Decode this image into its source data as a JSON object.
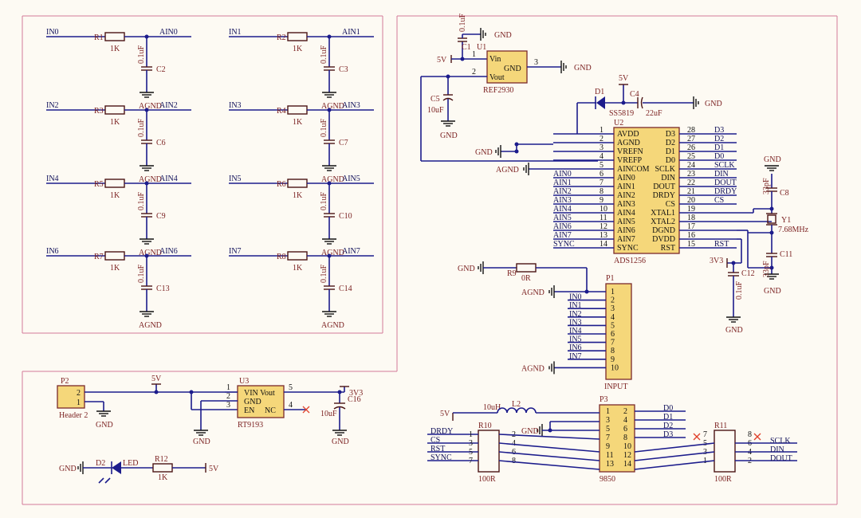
{
  "ain": [
    {
      "in": "IN0",
      "r": "R1",
      "rv": "1K",
      "c": "C2",
      "cv": "0.1uF",
      "ain": "AIN0",
      "gnd": "AGND"
    },
    {
      "in": "IN1",
      "r": "R2",
      "rv": "1K",
      "c": "C3",
      "cv": "0.1uF",
      "ain": "AIN1",
      "gnd": "AGND"
    },
    {
      "in": "IN2",
      "r": "R3",
      "rv": "1K",
      "c": "C6",
      "cv": "0.1uF",
      "ain": "AIN2",
      "gnd": "AGND"
    },
    {
      "in": "IN3",
      "r": "R4",
      "rv": "1K",
      "c": "C7",
      "cv": "0.1uF",
      "ain": "AIN3",
      "gnd": "AGND"
    },
    {
      "in": "IN4",
      "r": "R5",
      "rv": "1K",
      "c": "C9",
      "cv": "0.1uF",
      "ain": "AIN4",
      "gnd": "AGND"
    },
    {
      "in": "IN5",
      "r": "R6",
      "rv": "1K",
      "c": "C10",
      "cv": "0.1uF",
      "ain": "AIN5",
      "gnd": "AGND"
    },
    {
      "in": "IN6",
      "r": "R7",
      "rv": "1K",
      "c": "C13",
      "cv": "0.1uF",
      "ain": "AIN6",
      "gnd": "AGND"
    },
    {
      "in": "IN7",
      "r": "R8",
      "rv": "1K",
      "c": "C14",
      "cv": "0.1uF",
      "ain": "AIN7",
      "gnd": "AGND"
    }
  ],
  "ref": {
    "c1": "C1",
    "c1v": "0.1uF",
    "gnd": "GND",
    "u1": "U1",
    "v5": "5V",
    "p1": "1",
    "p2": "2",
    "p3": "3",
    "vin": "Vin",
    "gndlbl": "GND",
    "vout": "Vout",
    "part": "REF2930",
    "c5": "C5",
    "c5v": "10uF",
    "d1": "D1",
    "d1p": "SS5819",
    "c4": "C4",
    "c4v": "22uF",
    "v5b": "5V"
  },
  "adc": {
    "name": "U2",
    "part": "ADS1256",
    "left": [
      {
        "num": "1",
        "pin": "AVDD",
        "net": ""
      },
      {
        "num": "2",
        "pin": "AGND",
        "net": ""
      },
      {
        "num": "3",
        "pin": "VREFN",
        "net": ""
      },
      {
        "num": "4",
        "pin": "VREFP",
        "net": ""
      },
      {
        "num": "5",
        "pin": "AINCOM",
        "net": ""
      },
      {
        "num": "6",
        "pin": "AIN0",
        "net": "AIN0"
      },
      {
        "num": "7",
        "pin": "AIN1",
        "net": "AIN1"
      },
      {
        "num": "8",
        "pin": "AIN2",
        "net": "AIN2"
      },
      {
        "num": "9",
        "pin": "AIN3",
        "net": "AIN3"
      },
      {
        "num": "10",
        "pin": "AIN4",
        "net": "AIN4"
      },
      {
        "num": "11",
        "pin": "AIN5",
        "net": "AIN5"
      },
      {
        "num": "12",
        "pin": "AIN6",
        "net": "AIN6"
      },
      {
        "num": "13",
        "pin": "AIN7",
        "net": "AIN7"
      },
      {
        "num": "14",
        "pin": "SYNC",
        "net": "SYNC"
      }
    ],
    "right": [
      {
        "num": "28",
        "pin": "D3",
        "net": "D3"
      },
      {
        "num": "27",
        "pin": "D2",
        "net": "D2"
      },
      {
        "num": "26",
        "pin": "D1",
        "net": "D1"
      },
      {
        "num": "25",
        "pin": "D0",
        "net": "D0"
      },
      {
        "num": "24",
        "pin": "SCLK",
        "net": "SCLK"
      },
      {
        "num": "23",
        "pin": "DIN",
        "net": "DIN"
      },
      {
        "num": "22",
        "pin": "DOUT",
        "net": "DOUT"
      },
      {
        "num": "21",
        "pin": "DRDY",
        "net": "DRDY"
      },
      {
        "num": "20",
        "pin": "CS",
        "net": "CS"
      },
      {
        "num": "19",
        "pin": "XTAL1",
        "net": ""
      },
      {
        "num": "18",
        "pin": "XTAL2",
        "net": ""
      },
      {
        "num": "17",
        "pin": "DGND",
        "net": ""
      },
      {
        "num": "16",
        "pin": "DVDD",
        "net": ""
      },
      {
        "num": "15",
        "pin": "RST",
        "net": "RST"
      }
    ],
    "gnd": "GND",
    "agnd": "AGND",
    "xtal": {
      "c8": "C8",
      "c8v": "33pF",
      "y1": "Y1",
      "y1v": "7.68MHz",
      "c11": "C11",
      "c11v": "33pF",
      "gnd": "GND"
    },
    "c12": "C12",
    "c12v": "0.1uF",
    "v33": "3V3"
  },
  "p1": {
    "name": "P1",
    "label": "INPUT",
    "r9": "R9",
    "r9v": "0R",
    "gnd": "GND",
    "nets": [
      "AGND",
      "IN0",
      "IN1",
      "IN2",
      "IN3",
      "IN4",
      "IN5",
      "IN6",
      "IN7",
      "AGND"
    ],
    "pins": [
      "1",
      "2",
      "3",
      "4",
      "5",
      "6",
      "7",
      "8",
      "9",
      "10"
    ]
  },
  "pwr": {
    "p2": "P2",
    "p2lbl": "Header 2",
    "p2p2": "2",
    "p2p1": "1",
    "gnd": "GND",
    "v5": "5V",
    "u3": "U3",
    "part": "RT9193",
    "vin": "VIN Vout",
    "gndp": "GND",
    "en": "EN",
    "nc": "NC",
    "pn1": "1",
    "pn2": "2",
    "pn3": "3",
    "pn5": "5",
    "pn4": "4",
    "v33": "3V3",
    "c16": "C16",
    "c16v": "10uF",
    "d2": "D2",
    "led": "LED",
    "r12": "R12",
    "r12v": "1K",
    "v5b": "5V"
  },
  "p3": {
    "name": "P3",
    "part": "9850",
    "l2": "L2",
    "l2v": "10uH",
    "v5": "5V",
    "gnd": "GND",
    "r10": "R10",
    "r10v": "100R",
    "r11": "R11",
    "r11v": "100R",
    "left": [
      "1",
      "3",
      "5",
      "7",
      "9",
      "11",
      "13"
    ],
    "right": [
      "2",
      "4",
      "6",
      "8",
      "10",
      "12",
      "14"
    ],
    "lnets": [
      "DRDY",
      "CS",
      "RST",
      "SYNC"
    ],
    "rnets": [
      "D0",
      "D1",
      "D2",
      "D3"
    ],
    "r10l": [
      "1",
      "3",
      "5",
      "7"
    ],
    "r10r": [
      "2",
      "4",
      "6",
      "8"
    ],
    "r11l": [
      "7",
      "5",
      "3",
      "1"
    ],
    "r11r": [
      "8",
      "6",
      "4",
      "2"
    ],
    "outnets": [
      "SCLK",
      "DIN",
      "DOUT"
    ]
  }
}
